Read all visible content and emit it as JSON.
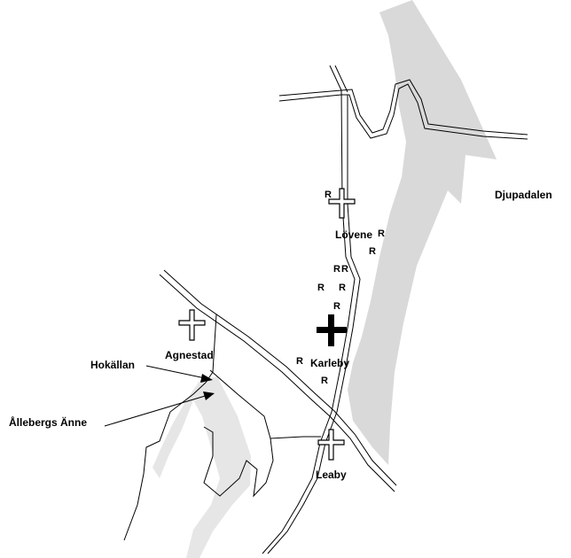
{
  "places": {
    "djupadalen": "Djupadalen",
    "lovene": "Lövene",
    "agnestad": "Agnestad",
    "karleby": "Karleby",
    "leaby": "Leaby"
  },
  "features": {
    "hokallan": "Hokällan",
    "allebergs_anne": "Ållebergs Änne"
  },
  "site_marker": "R",
  "colors": {
    "lake_fill": "#d9d9d9",
    "stream_fill": "#e6e6e6",
    "road": "#000000"
  },
  "symbols": [
    "church-cross-icon",
    "main-church-cross-icon",
    "ancient-remain-marker"
  ]
}
